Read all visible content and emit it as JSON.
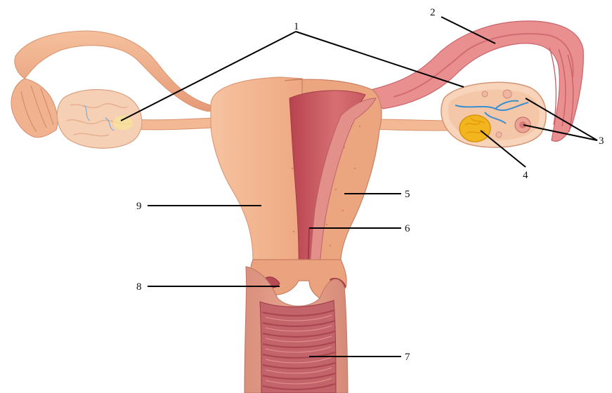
{
  "figure": {
    "labels": {
      "l1": "1",
      "l2": "2",
      "l3": "3",
      "l4": "4",
      "l5": "5",
      "l6": "6",
      "l7": "7",
      "l8": "8",
      "l9": "9"
    },
    "colors": {
      "outer_tissue": "#f3b793",
      "outer_tissue_dark": "#e79b7a",
      "muscle_wall": "#eaa47f",
      "cavity": "#c8505f",
      "cavity_light": "#d97a7c",
      "tube_section": "#e9848a",
      "ovary": "#f7d2b8",
      "corpus_luteum": "#f2b51d",
      "vessel": "#3b8fd1",
      "vagina_folds": "#b84e55",
      "leader_line": "#000000"
    }
  }
}
